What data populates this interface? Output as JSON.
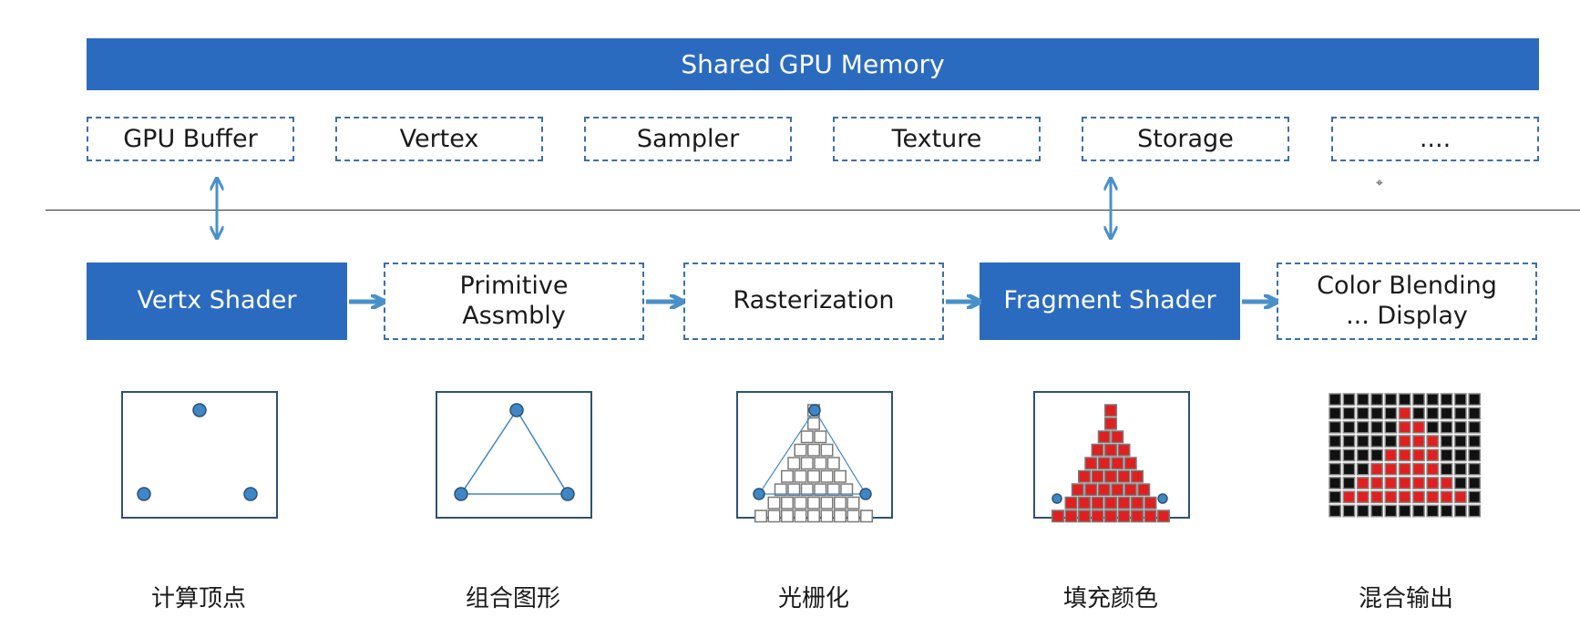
{
  "memory": {
    "title": "Shared GPU Memory",
    "color": "#2b6bbf",
    "buffers": [
      "GPU Buffer",
      "Vertex",
      "Sampler",
      "Texture",
      "Storage",
      "...."
    ]
  },
  "pipeline": {
    "stages": [
      {
        "label": "Vertx Shader",
        "style": "solid"
      },
      {
        "label": "Primitive\nAssmbly",
        "style": "dashed"
      },
      {
        "label": "Rasterization",
        "style": "dashed"
      },
      {
        "label": "Fragment Shader",
        "style": "solid"
      },
      {
        "label": "Color Blending\n... Display",
        "style": "dashed"
      }
    ]
  },
  "illustrations": {
    "captions": [
      "计算顶点",
      "组合图形",
      "光栅化",
      "填充颜色",
      "混合输出"
    ],
    "point_color": "#3f86c6",
    "fill_color": "#e02020",
    "background_pixel_color": "#111111"
  },
  "icons": {
    "arrow_color": "#4a90c8",
    "cursor": "crosshair-cursor-icon"
  }
}
